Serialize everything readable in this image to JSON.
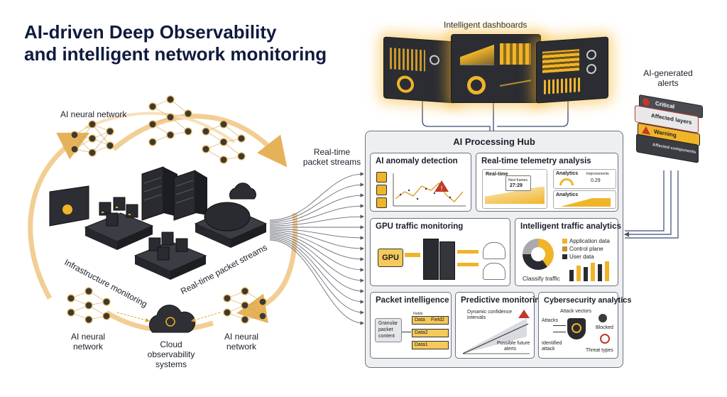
{
  "title": {
    "line1": "AI-driven Deep Observability",
    "line2": "and intelligent network monitoring"
  },
  "labels": {
    "nn_top": "AI neural network",
    "infra": "Infrastructure monitoring",
    "rt_streams_iso": "Real-time packet streams",
    "nn_left": [
      "AI neural",
      "network"
    ],
    "nn_right": [
      "AI neural",
      "network"
    ],
    "cloud": [
      "Cloud",
      "observability systems"
    ],
    "streams": [
      "Real-time",
      "packet streams"
    ],
    "dashboards": "Intelligent dashboards",
    "alerts_title": [
      "AI-generated",
      "alerts"
    ]
  },
  "alerts": {
    "critical": "Critical",
    "affected": "Affected layers",
    "warning": "Warning",
    "affected_small": "Affected components"
  },
  "hub": {
    "title": "AI Processing Hub",
    "anomaly": {
      "title": "AI anomaly detection"
    },
    "telemetry": {
      "title": "Real-time telemetry analysis",
      "realtime": "Real-time",
      "time_label": "Next frames",
      "time_value": "27:29",
      "analytics1": "Analytics",
      "analytics_val": "0.29",
      "analytics_sub": "Improvements",
      "analytics2": "Analytics"
    },
    "gpu": {
      "title": "GPU traffic monitoring",
      "gpu_label": "GPU"
    },
    "traffic": {
      "title": "Intelligent traffic analytics",
      "legend": [
        "Application data",
        "Control plane",
        "User data"
      ],
      "classify": "Classify traffic"
    },
    "packet": {
      "title": "Packet intelligence",
      "granular": [
        "Granular",
        "packet",
        "content"
      ],
      "rows_header": "Fields",
      "rows": [
        "Data",
        "Data2",
        "Data1"
      ],
      "row_extra": "Field2"
    },
    "predictive": {
      "title": "Predictive monitoring",
      "confidence": [
        "Dynamic confidence",
        "intervals"
      ],
      "future": [
        "Possible future",
        "alerts"
      ]
    },
    "cyber": {
      "title": "Cybersecurity analytics",
      "vectors": "Attack vectors",
      "attacks": "Attacks",
      "blocked": "Blocked",
      "identified": [
        "Identified",
        "attack"
      ],
      "threat": "Threat types"
    }
  },
  "colors": {
    "accent": "#f0b429",
    "dark": "#2b2d33",
    "alert_red": "#c0392b"
  }
}
